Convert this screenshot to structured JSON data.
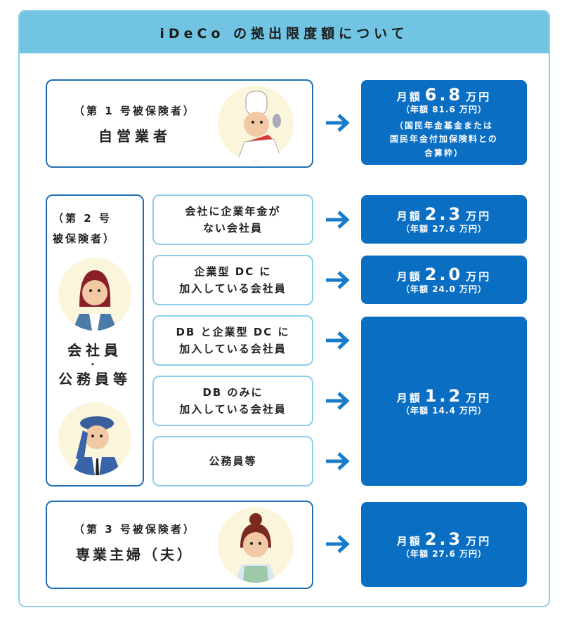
{
  "title": "iDeCo の拠出限度額について",
  "category1": {
    "sub": "（第 1 号被保険者）",
    "main": "自営業者",
    "result": {
      "monthly_prefix": "月額",
      "monthly_value": "6.8",
      "monthly_unit": "万円",
      "yearly": "（年額 81.6 万円）",
      "note_lines": [
        "（国民年金基金または",
        "国民年金付加保険料との",
        "合算枠）"
      ]
    }
  },
  "category2": {
    "sub_lines": [
      "（第 2 号",
      "被保険者）"
    ],
    "main_lines": [
      "会社員",
      "・",
      "公務員等"
    ],
    "items": [
      {
        "lines": [
          "会社に企業年金が",
          "ない会社員"
        ]
      },
      {
        "lines": [
          "企業型 DC に",
          "加入している会社員"
        ]
      },
      {
        "lines": [
          "DB と企業型 DC に",
          "加入している会社員"
        ]
      },
      {
        "lines": [
          "DB のみに",
          "加入している会社員"
        ]
      },
      {
        "lines": [
          "公務員等"
        ]
      }
    ],
    "results": [
      {
        "monthly_prefix": "月額",
        "monthly_value": "2.3",
        "monthly_unit": "万円",
        "yearly": "（年額 27.6 万円）"
      },
      {
        "monthly_prefix": "月額",
        "monthly_value": "2.0",
        "monthly_unit": "万円",
        "yearly": "（年額 24.0 万円）"
      },
      {
        "monthly_prefix": "月額",
        "monthly_value": "1.2",
        "monthly_unit": "万円",
        "yearly": "（年額 14.4 万円）"
      }
    ]
  },
  "category3": {
    "sub": "（第 3 号被保険者）",
    "main": "専業主婦（夫）",
    "result": {
      "monthly_prefix": "月額",
      "monthly_value": "2.3",
      "monthly_unit": "万円",
      "yearly": "（年額 27.6 万円）"
    }
  },
  "colors": {
    "header": "#71c5e3",
    "result": "#0a6fc3",
    "arrow": "#1a7cc8",
    "dark_border": "#1f6fb5",
    "light_border": "#8dcfea"
  }
}
